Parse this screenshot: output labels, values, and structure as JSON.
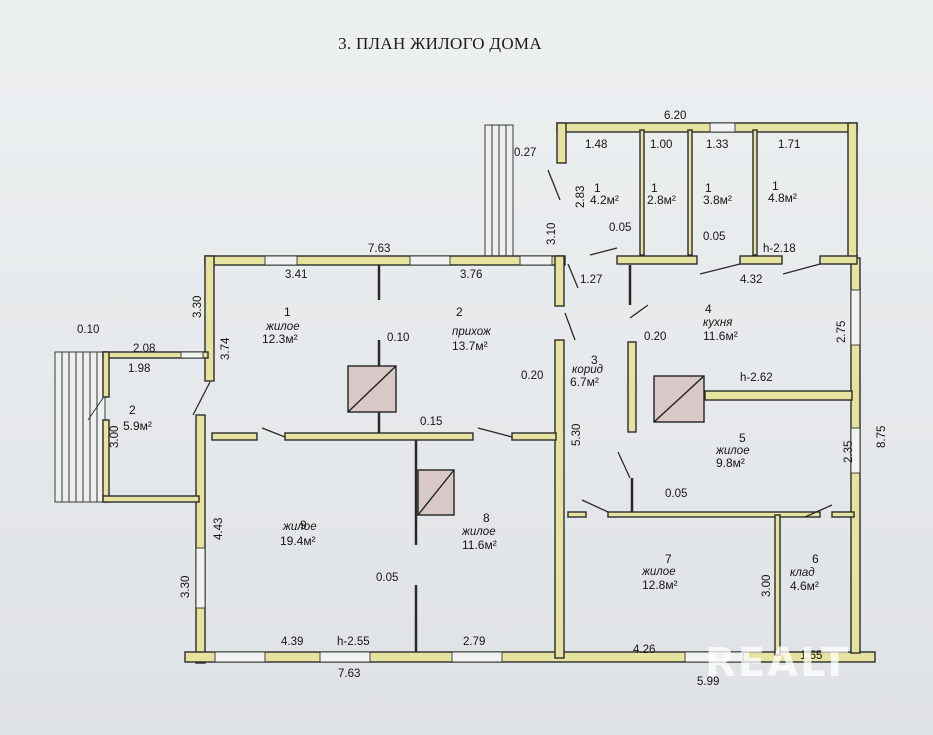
{
  "title": "3. ПЛАН ЖИЛОГО ДОМА",
  "watermark": "REALT",
  "dimensions": [
    "6.20",
    "0.27",
    "1.48",
    "1.00",
    "1.33",
    "1.71",
    "2.83",
    "3.10",
    "0.05",
    "0.05",
    "h-2.18",
    "7.63",
    "3.41",
    "3.76",
    "1.27",
    "4.32",
    "3.30",
    "3.74",
    "0.10",
    "2.08",
    "1.98",
    "3.00",
    "0.10",
    "0.20",
    "0.20",
    "2.75",
    "h-2.62",
    "0.15",
    "5.30",
    "2.35",
    "8.75",
    "0.05",
    "4.43",
    "3.30",
    "0.05",
    "3.00",
    "4.39",
    "h-2.55",
    "2.79",
    "4.26",
    "1.55",
    "7.63",
    "5.99"
  ],
  "rooms": [
    {
      "num": "1",
      "name": "",
      "area": "4.2м²"
    },
    {
      "num": "1",
      "name": "",
      "area": "2.8м²"
    },
    {
      "num": "1",
      "name": "",
      "area": "3.8м²"
    },
    {
      "num": "1",
      "name": "",
      "area": "4.8м²"
    },
    {
      "num": "1",
      "name": "жилое",
      "area": "12.3м²"
    },
    {
      "num": "2",
      "name": "прихож",
      "area": "13.7м²"
    },
    {
      "num": "3",
      "name": "корид",
      "area": "6.7м²"
    },
    {
      "num": "4",
      "name": "кухня",
      "area": "11.6м²"
    },
    {
      "num": "2",
      "name": "",
      "area": "5.9м²"
    },
    {
      "num": "5",
      "name": "жилое",
      "area": "9.8м²"
    },
    {
      "num": "9",
      "name": "жилое",
      "area": "19.4м²"
    },
    {
      "num": "8",
      "name": "жилое",
      "area": "11.6м²"
    },
    {
      "num": "7",
      "name": "жилое",
      "area": "12.8м²"
    },
    {
      "num": "6",
      "name": "клад",
      "area": "4.6м²"
    }
  ]
}
